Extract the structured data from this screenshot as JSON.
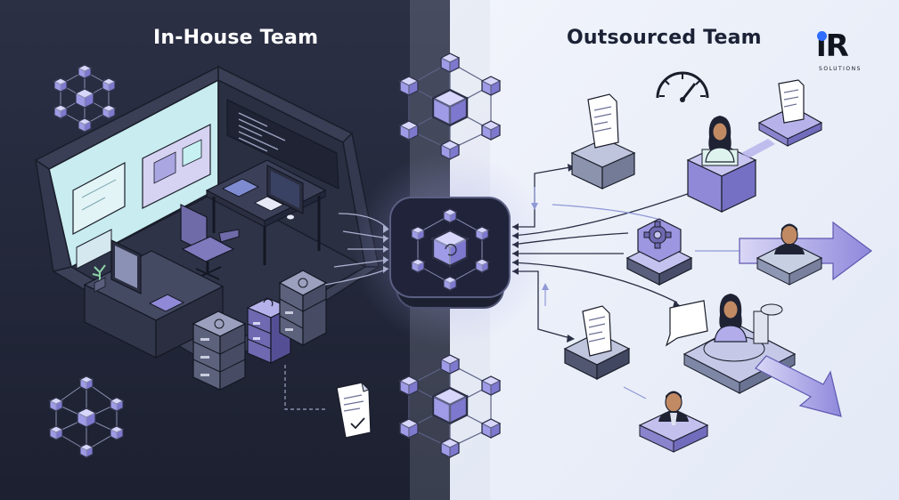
{
  "panels": {
    "left": {
      "title": "In-House Team"
    },
    "right": {
      "title": "Outsourced Team"
    }
  },
  "brand": {
    "mark": "iR",
    "tagline": "SOLUTIONS"
  },
  "colors": {
    "dark_background": "#23283a",
    "light_background": "#eef2fa",
    "accent_purple": "#8c84d6",
    "hub_dark": "#1f2233",
    "node_lavender": "#b8b6ee",
    "brand_blue": "#2f6dff"
  },
  "icons": {
    "left": [
      "network-cube-icon",
      "office-room-icon",
      "desk-icon",
      "chair-icon",
      "monitor-icon",
      "server-stack-icon",
      "document-check-icon"
    ],
    "center": [
      "central-hub-icon",
      "network-cube-icon"
    ],
    "right": [
      "document-icon",
      "speedometer-icon",
      "person-icon",
      "gear-icon",
      "arrow-icon",
      "chat-bubble-icon"
    ]
  }
}
